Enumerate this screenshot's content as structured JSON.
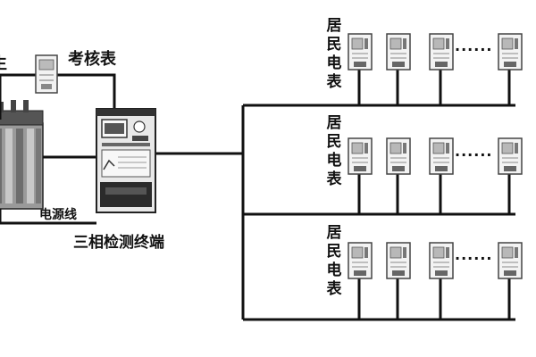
{
  "labels": {
    "assessment_meter": "考核表",
    "power_line": "电源线",
    "terminal": "三相检测终端",
    "truncated_left": "生"
  },
  "groups": [
    {
      "label": "居民电表",
      "meter_count": 4,
      "ellipsis": "······"
    },
    {
      "label": "居民电表",
      "meter_count": 4,
      "ellipsis": "······"
    },
    {
      "label": "居民电表",
      "meter_count": 4,
      "ellipsis": "······"
    }
  ]
}
